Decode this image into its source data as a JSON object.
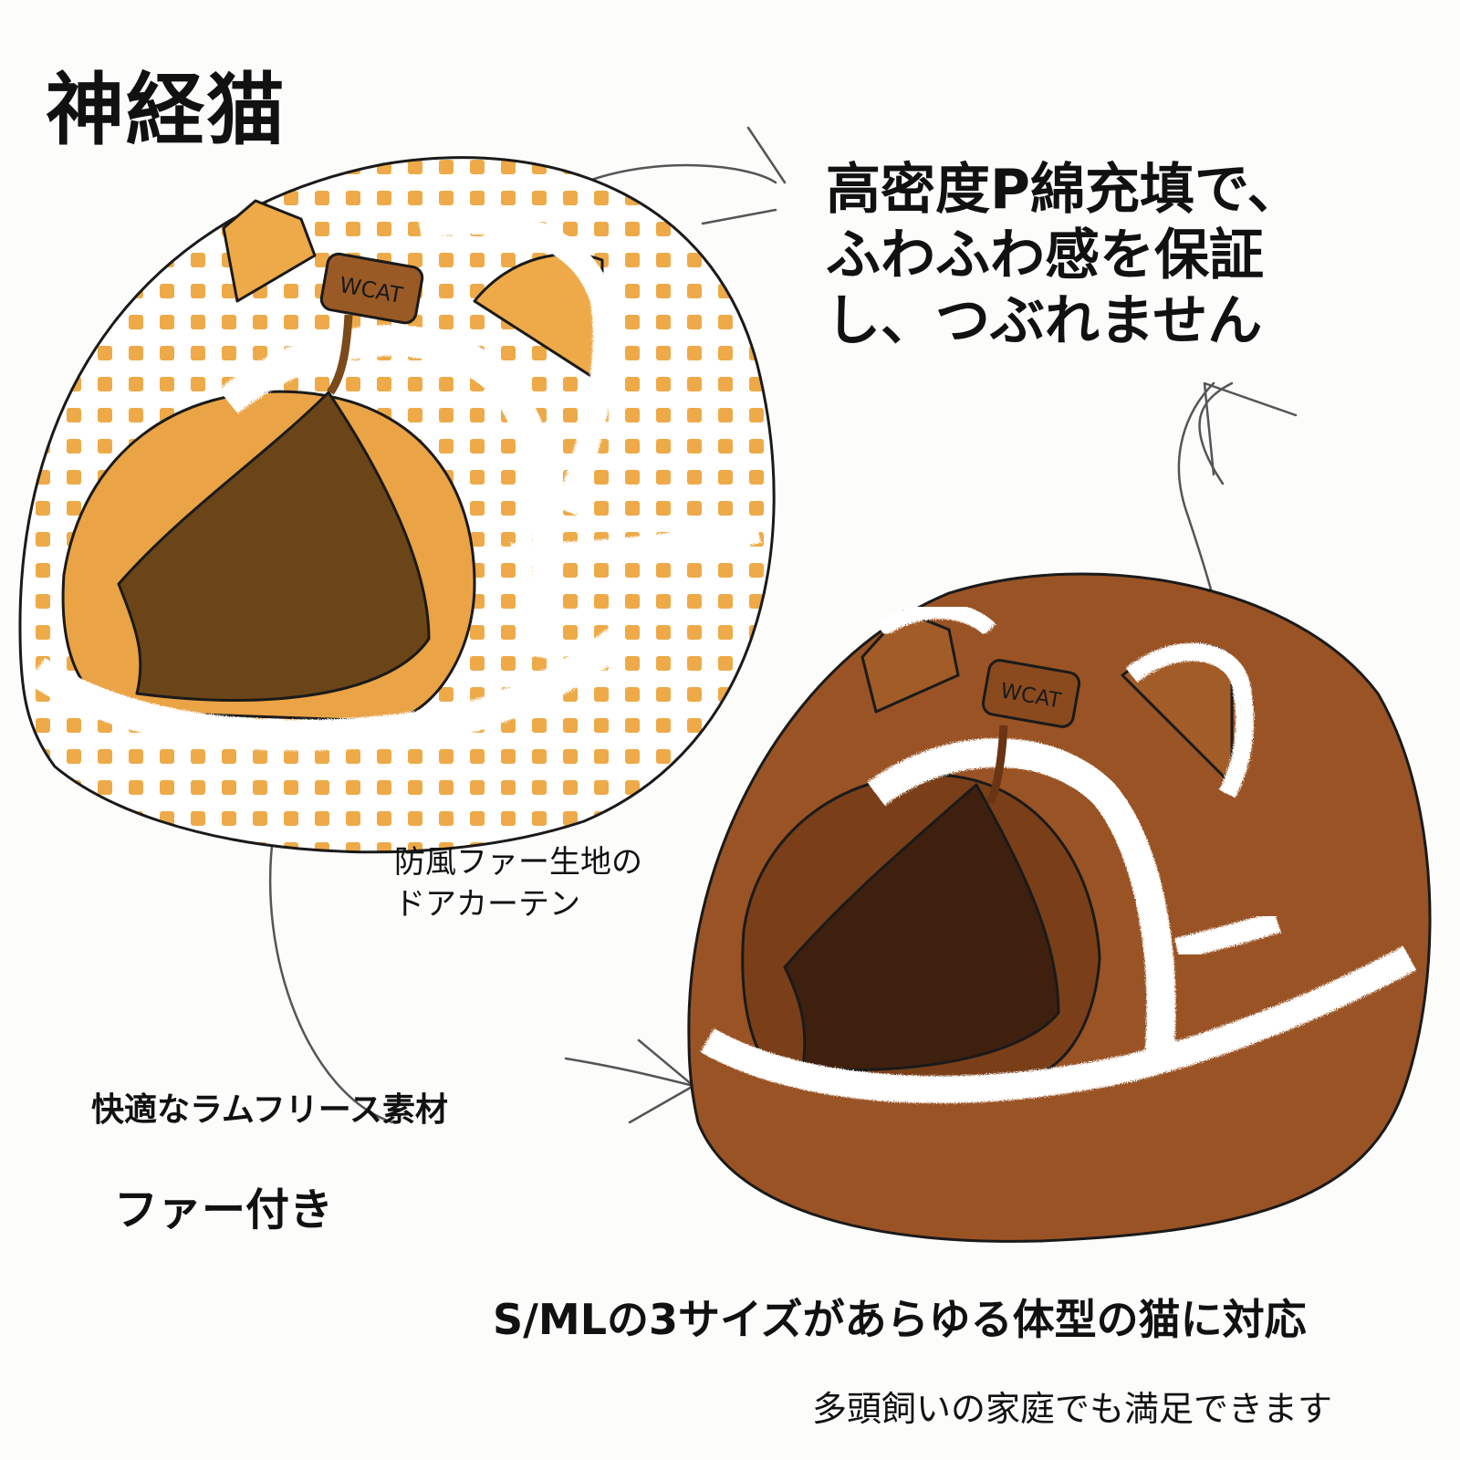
{
  "brand": {
    "name": "神経猫"
  },
  "labels": {
    "logo_tag": "WCAT"
  },
  "features": {
    "filling_lines": [
      "高密度P綿充填で、",
      "ふわふわ感を保証",
      "し、つぶれません"
    ],
    "curtain_lines": [
      "防風ファー生地の",
      "ドアカーテン"
    ],
    "fleece": "快適なラムフリース素材",
    "fur": "ファー付き",
    "sizes": "S/MLの3サイズがあらゆる体型の猫に対応",
    "multicat": "多頭飼いの家庭でも満足できます"
  },
  "colors": {
    "orange_pattern": "#eeaa48",
    "orange_dark": "#e9a143",
    "brown_body": "#9a5324",
    "brown_shadow": "#3f200e",
    "fur_white": "#ffffff",
    "outline": "#1a1a1a"
  }
}
